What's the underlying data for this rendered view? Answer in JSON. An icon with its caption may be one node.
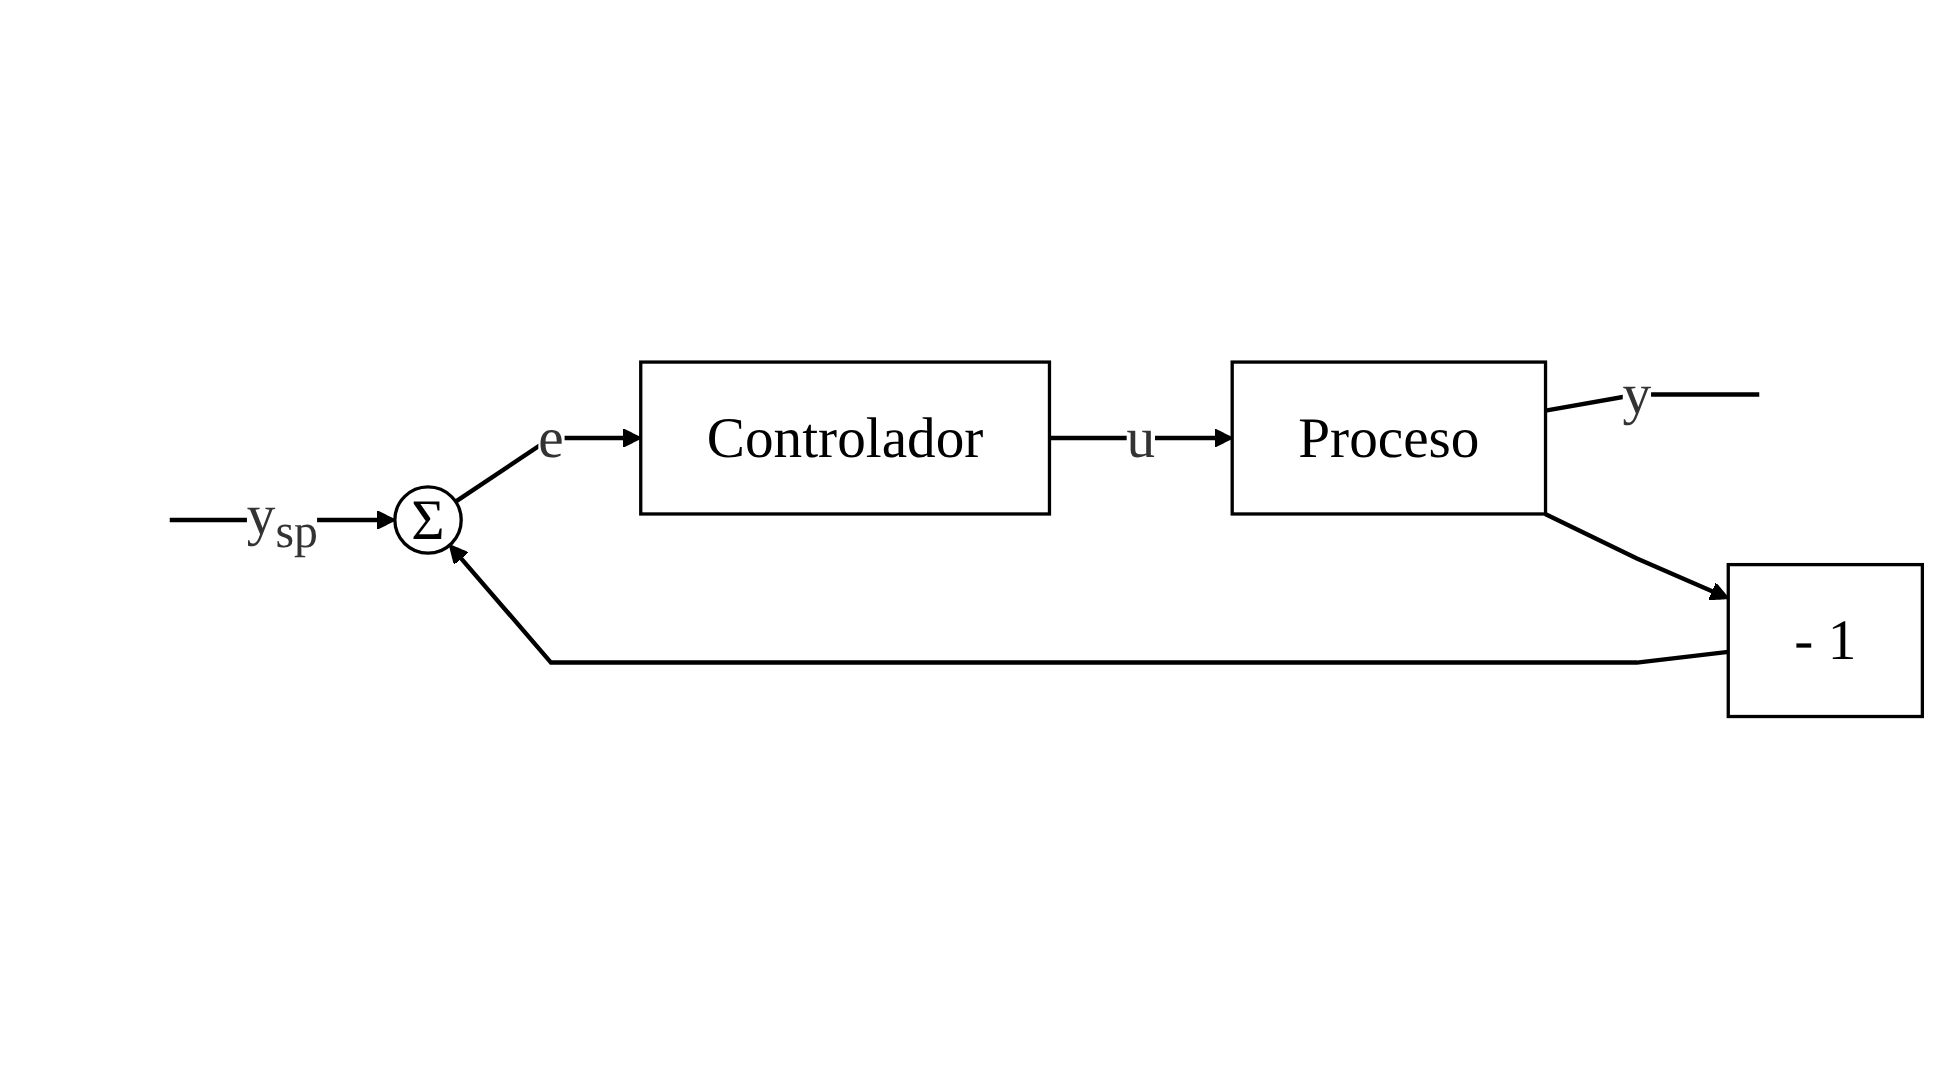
{
  "diagram": {
    "nodes": [
      {
        "text": [
          "Σ"
        ]
      },
      {
        "text": [
          "Controlador"
        ]
      },
      {
        "text": [
          "Proceso"
        ]
      },
      {
        "text": [
          "- 1"
        ]
      }
    ],
    "edges": [
      {
        "from": null,
        "to": 0,
        "arrow": "to",
        "label": "y$_{sp}$"
      },
      {
        "from": 0,
        "to": 1,
        "arrow": "to",
        "label": "e"
      },
      {
        "from": 1,
        "to": 2,
        "arrow": "to",
        "label": "u"
      },
      {
        "from": 2,
        "to": null,
        "arrow": "none",
        "label": "y"
      },
      {
        "from": 2,
        "to": 3,
        "arrow": "to"
      },
      {
        "from": 3,
        "to": 0,
        "arrow": "to"
      }
    ]
  }
}
